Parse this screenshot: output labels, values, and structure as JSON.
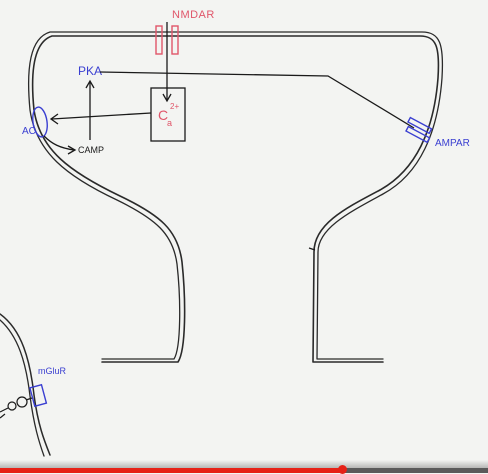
{
  "diagram": {
    "labels": {
      "nmdar": "NMDAR",
      "pka": "PKA",
      "ac": "AC",
      "camp": "CAMP",
      "calcium_base": "C",
      "calcium_sub": "a",
      "calcium_charge": "2+",
      "ampar": "AMPAR",
      "mglur": "mGluR"
    },
    "colors": {
      "membrane": "#2a2a2a",
      "ink_black": "#1a1a1a",
      "ink_blue": "#3a3fd1",
      "ink_red": "#e0566a",
      "board": "#f3f4f2"
    }
  },
  "video_player": {
    "progress_fraction": 0.7,
    "progress_color": "#e62117"
  }
}
